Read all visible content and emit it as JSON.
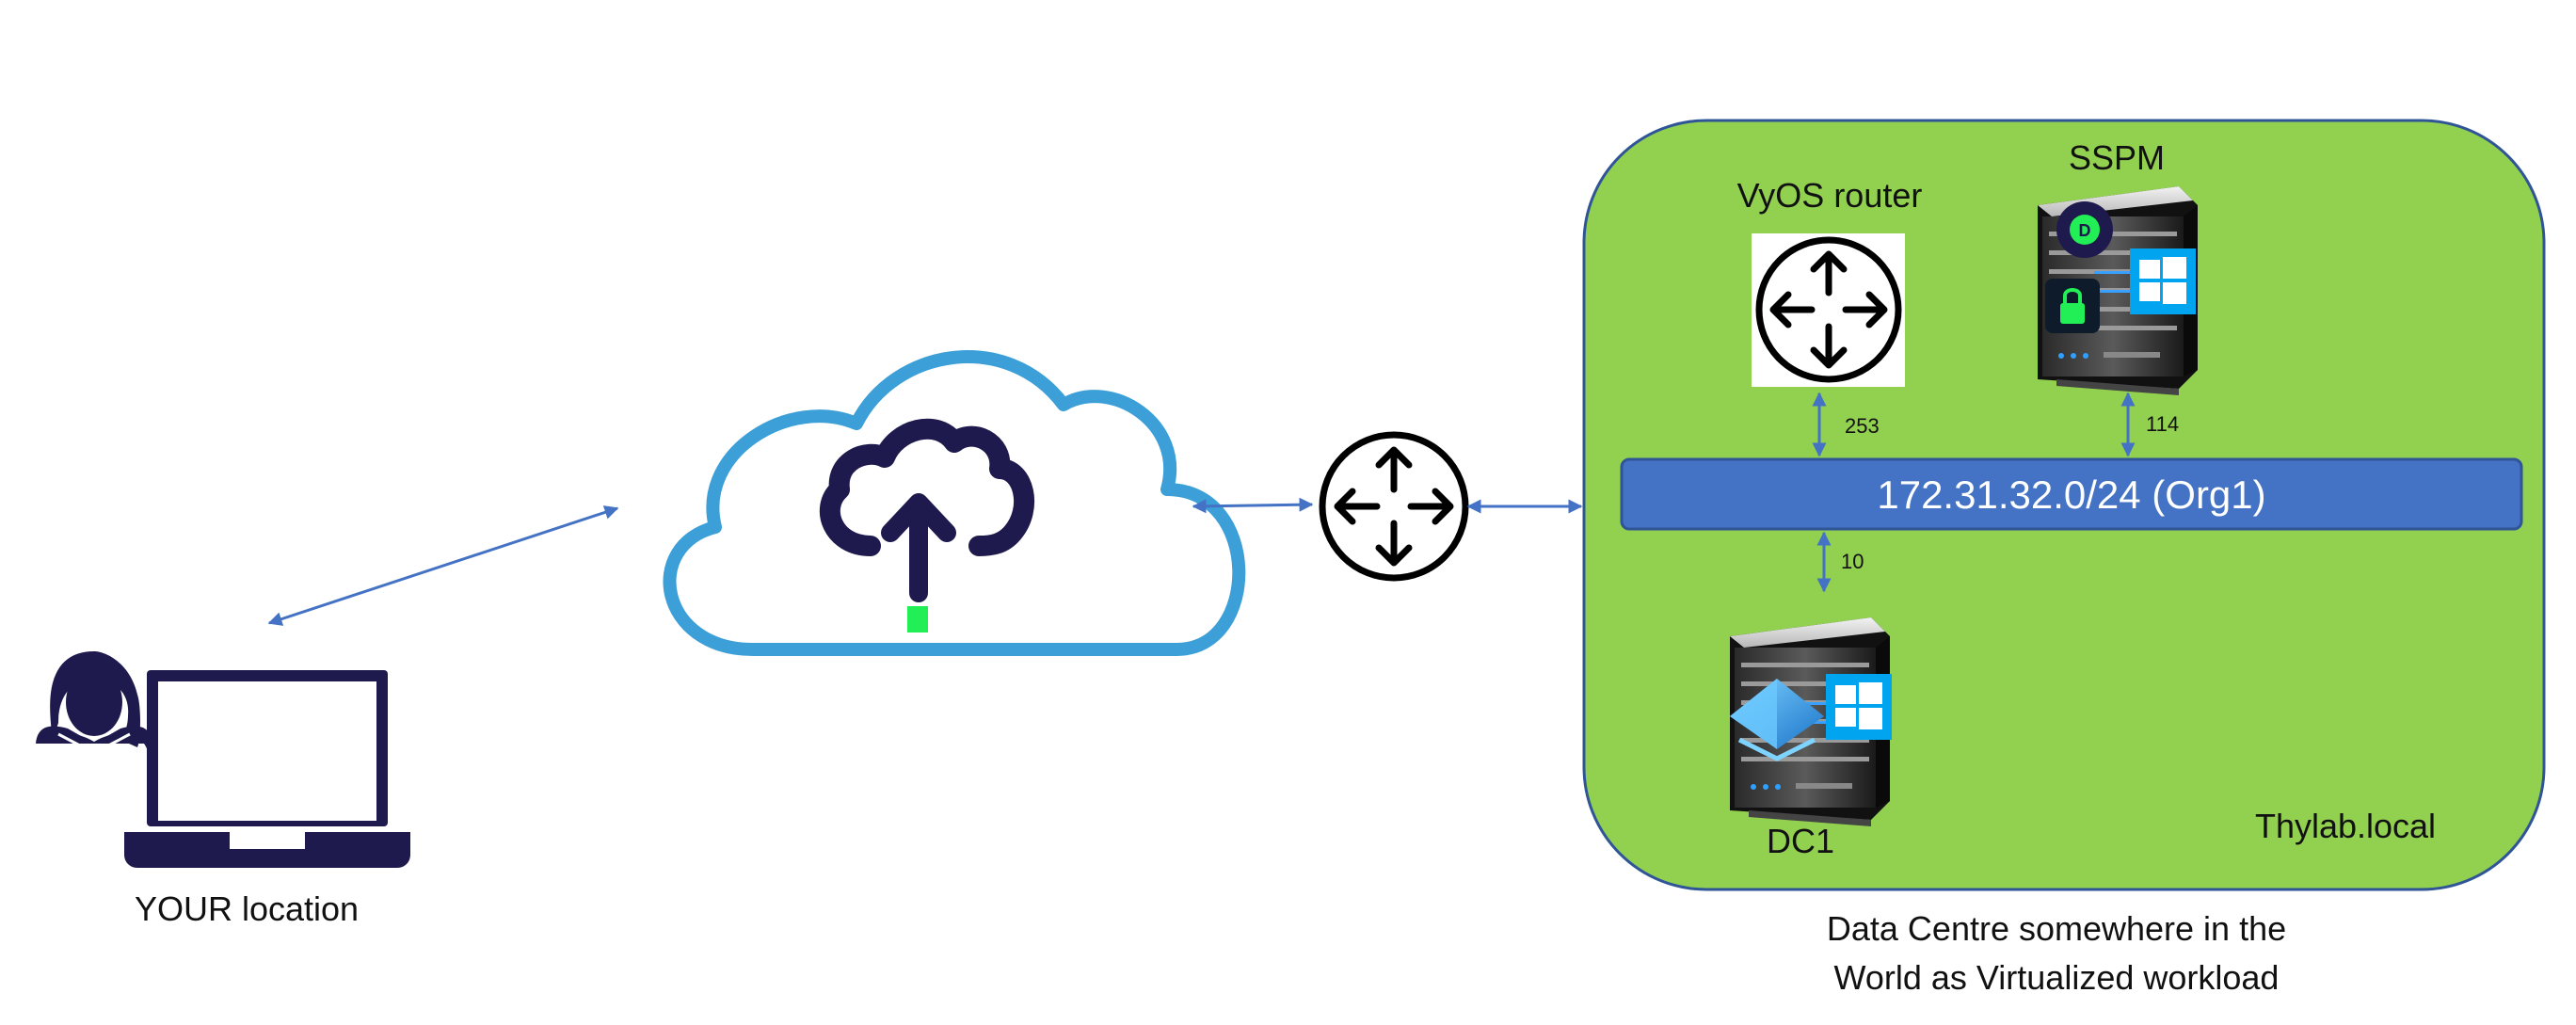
{
  "user": {
    "location_label": "YOUR location"
  },
  "datacentre": {
    "domain_label": "Thylab.local",
    "caption_line1": "Data Centre somewhere in the",
    "caption_line2": "World as Virtualized workload"
  },
  "network": {
    "subnet_label": "172.31.32.0/24 (Org1)"
  },
  "nodes": {
    "router": {
      "label": "VyOS router",
      "host_octet": "253"
    },
    "sspm": {
      "label": "SSPM",
      "host_octet": "114"
    },
    "dc1": {
      "label": "DC1",
      "host_octet": "10"
    }
  },
  "colors": {
    "zone_green": "#92d050",
    "zone_border": "#2f5597",
    "network_bar": "#4472c4",
    "arrow": "#4472c4",
    "cloud_blue": "#3c9fd8",
    "navy": "#1f1a4d",
    "accent_green": "#22ee55",
    "windows_blue": "#00a4ef"
  },
  "icons": {
    "user": "person-icon",
    "laptop": "laptop-icon",
    "cloud": "cloud-upload-icon",
    "router": "router-icon",
    "server": "server-icon"
  }
}
